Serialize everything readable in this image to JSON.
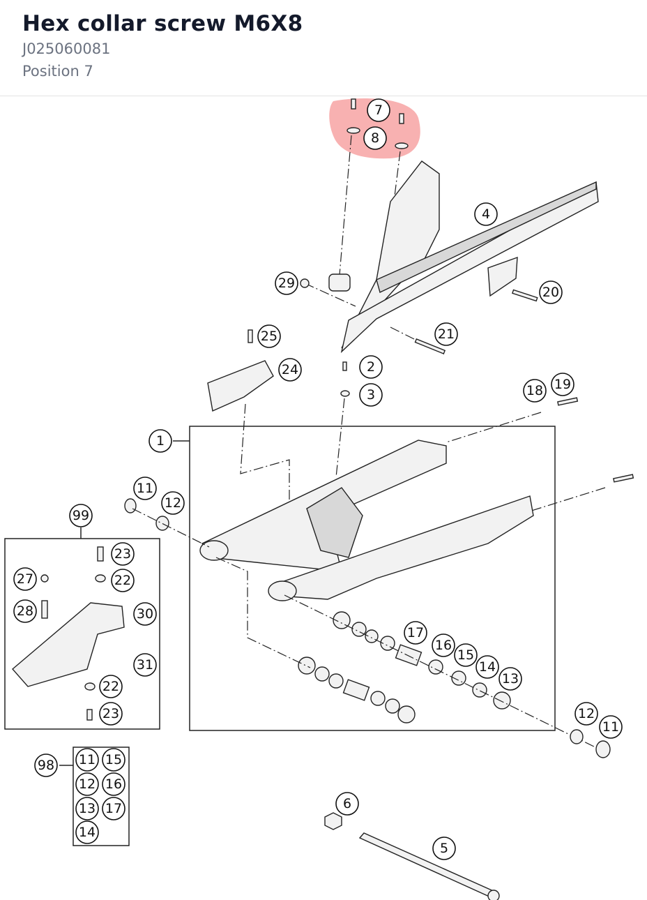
{
  "header": {
    "title": "Hex collar screw M6X8",
    "part_number": "J025060081",
    "position": "Position 7"
  },
  "diagram": {
    "highlight_color": "#f7a3a3",
    "callouts": [
      "7",
      "8",
      "4",
      "29",
      "20",
      "21",
      "25",
      "24",
      "2",
      "3",
      "18",
      "19",
      "1",
      "11",
      "12",
      "99",
      "23",
      "27",
      "22",
      "28",
      "30",
      "31",
      "17",
      "16",
      "15",
      "14",
      "13",
      "98",
      "6",
      "5"
    ],
    "kit_98_items": [
      "11",
      "15",
      "12",
      "16",
      "13",
      "17",
      "14"
    ]
  }
}
